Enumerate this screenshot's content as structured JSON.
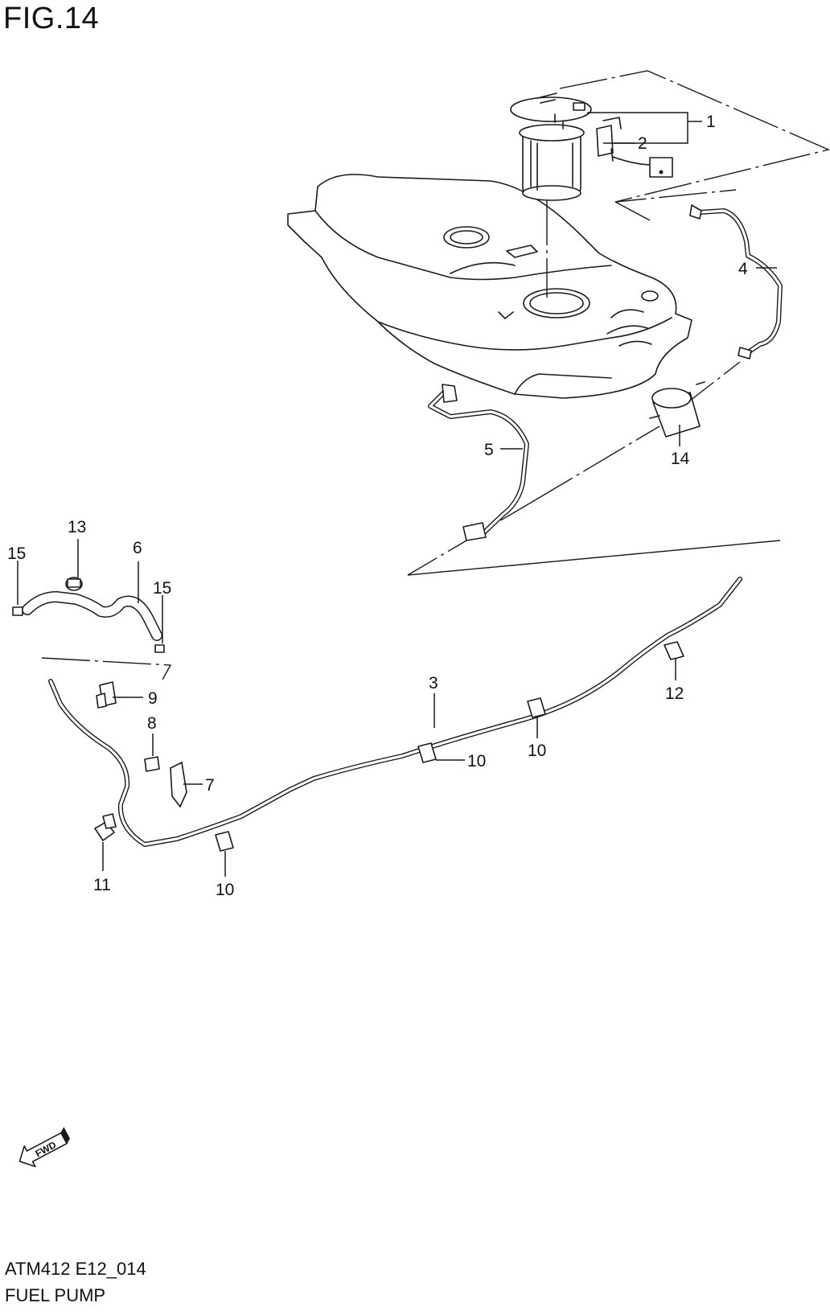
{
  "figure": {
    "title": "FIG.14",
    "drawing_code": "ATM412 E12_014",
    "name": "FUEL PUMP"
  },
  "callouts": {
    "c1": "1",
    "c2": "2",
    "c3": "3",
    "c4": "4",
    "c5": "5",
    "c6": "6",
    "c7": "7",
    "c8": "8",
    "c9": "9",
    "c10a": "10",
    "c10b": "10",
    "c10c": "10",
    "c11": "11",
    "c12": "12",
    "c13": "13",
    "c14": "14",
    "c15a": "15",
    "c15b": "15"
  },
  "fwd_marker": {
    "label": "FWD",
    "icon": "fwd-arrow-icon"
  }
}
